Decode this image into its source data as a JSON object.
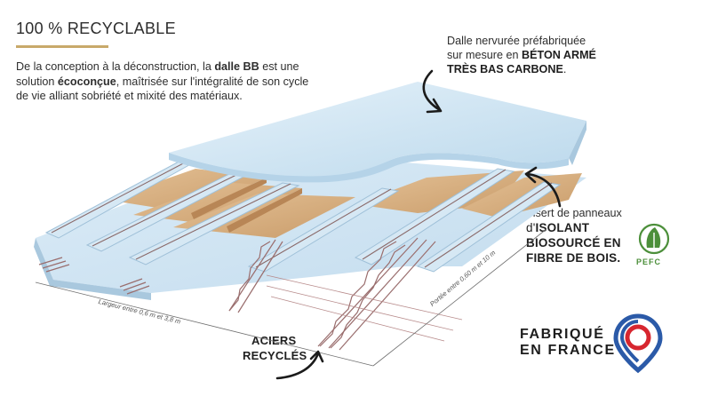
{
  "title": "100 % RECYCLABLE",
  "intro": {
    "p1": "De la conception à la déconstruction, la ",
    "b1": "dalle BB",
    "p2": " est une solution ",
    "b2": "écoconçue",
    "p3": ", maîtrisée sur l'intégralité de son cycle de vie alliant sobriété et mixité des matériaux."
  },
  "callout_top": {
    "line1": "Dalle nervurée préfabriquée",
    "line2_pre": "sur mesure en ",
    "line2_bold": "BÉTON ARMÉ",
    "line3_bold": "TRÈS BAS CARBONE",
    "line3_post": "."
  },
  "callout_right": {
    "line1": "Insert de panneaux",
    "line2_pre": "d'",
    "line2_bold": "ISOLANT",
    "line3": "BIOSOURCÉ EN",
    "line4": "FIBRE DE BOIS."
  },
  "callout_steel": {
    "line1": "ACIERS",
    "line2": "RECYCLÉS"
  },
  "dimensions": {
    "width": "Largeur entre 0,6 m et 3,8 m",
    "span": "Portée entre 0,60 m et 10 m"
  },
  "pefc_label": "PEFC",
  "made_in": {
    "line1": "FABRIQUÉ",
    "line2": "EN FRANCE"
  },
  "colors": {
    "accent_gold": "#c8a96a",
    "concrete": "#cfe4f1",
    "wood": "#d9b489",
    "steel": "#9a6e6e",
    "pefc_green": "#4c8f3a",
    "flag_blue": "#2b5aa8",
    "flag_red": "#d7262f"
  }
}
